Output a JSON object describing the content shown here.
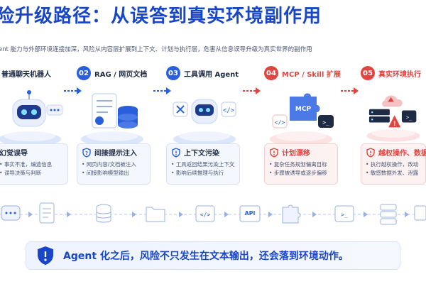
{
  "title": "险升级路径：从误答到真实环境副作用",
  "subtitle": "ent 能力与外部环境连接加深，风险从内容层扩展到上下文、计划与执行层，危害从信息误导升级为真实世界的副作用",
  "stages": [
    {
      "num": "",
      "title": "普通聊天机器人",
      "risk": "幻觉误导",
      "bullets": [
        "事实不准，编造信息",
        "误导决策与判断"
      ],
      "accent": "#2a5fdc"
    },
    {
      "num": "02",
      "title": "RAG / 网页文档",
      "risk": "间接提示注入",
      "bullets": [
        "网页内容/文档被注入",
        "间接影响模型输出"
      ],
      "accent": "#2a5fdc"
    },
    {
      "num": "03",
      "title": "工具调用 Agent",
      "risk": "上下文污染",
      "bullets": [
        "工具返回结果污染上下文",
        "影响后续推理与执行"
      ],
      "accent": "#2a5fdc"
    },
    {
      "num": "04",
      "title": "MCP / Skill 扩展",
      "risk": "计划漂移",
      "bullets": [
        "复杂任务规划偏离目标",
        "步骤被诱导或逐步偏移"
      ],
      "accent": "#e0463f"
    },
    {
      "num": "05",
      "title": "真实环境执行",
      "risk": "越权操作、数据外",
      "bullets": [
        "执行越权操作，改动",
        "敏感数据外发、泄露"
      ],
      "accent": "#e0463f"
    }
  ],
  "flow": {
    "api_label": "API"
  },
  "banner": {
    "text": "Agent 化之后，风险不只发生在文本输出，还会落到环境动作。"
  },
  "colors": {
    "blue": "#2a5fdc",
    "red": "#e0463f",
    "title": "#1846c9"
  }
}
